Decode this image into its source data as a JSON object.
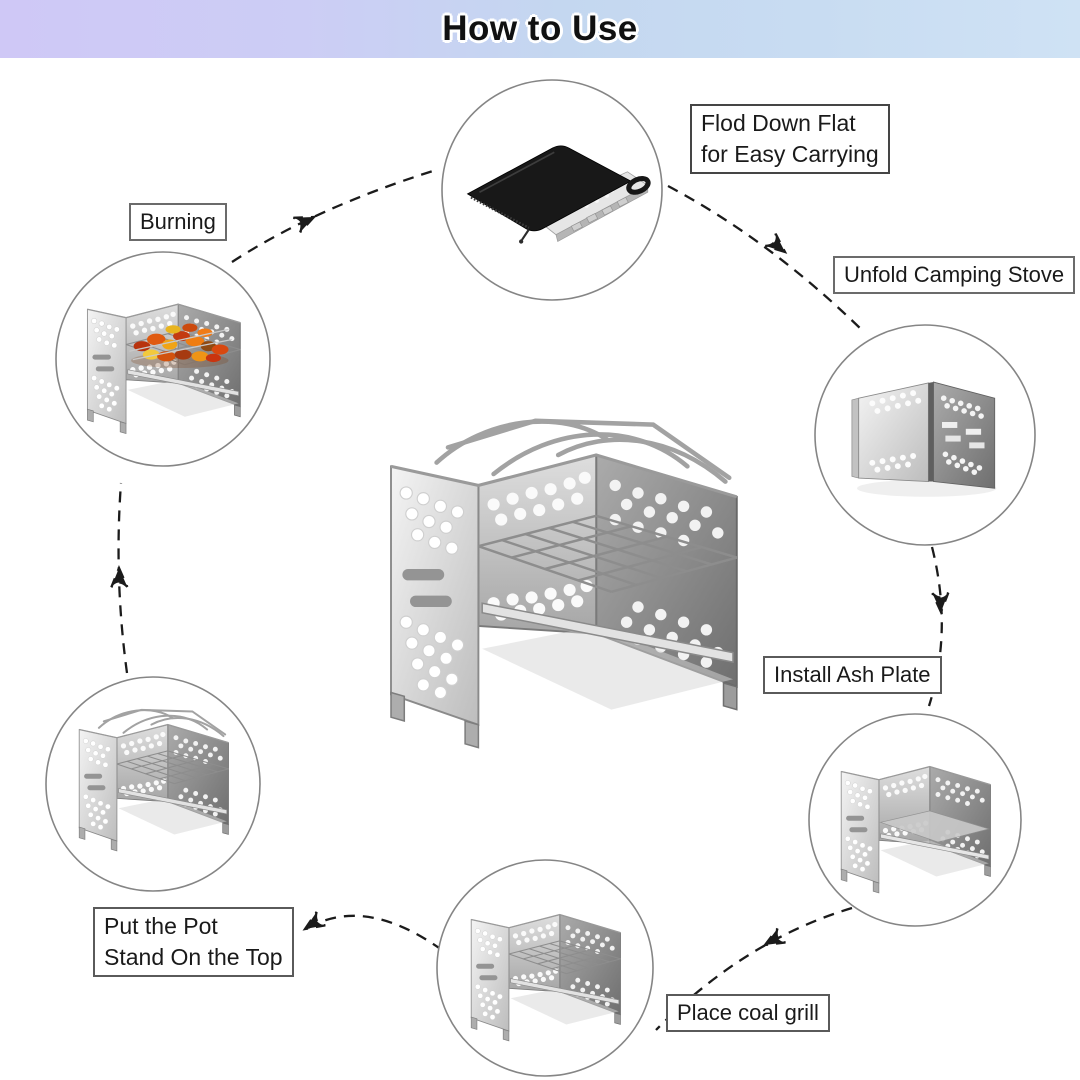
{
  "header": {
    "title": "How to Use",
    "bg_gradient_left": "#cfc8f6",
    "bg_gradient_right": "#cfe2f4"
  },
  "steps": {
    "fold_flat": {
      "label_line1": "Flod Down Flat",
      "label_line2": "for Easy Carrying",
      "illustration": "stove-folded-in-carry-pouch"
    },
    "unfold": {
      "label_line1": "Unfold Camping Stove",
      "illustration": "unfolded-stove-panels"
    },
    "install_ash_plate": {
      "label_line1": "Install Ash Plate",
      "illustration": "stove-body-with-ash-plate"
    },
    "place_coal_grill": {
      "label_line1": "Place coal grill",
      "illustration": "stove-with-coal-grill"
    },
    "pot_stand": {
      "label_line1": "Put the Pot",
      "label_line2": "Stand On the Top",
      "illustration": "stove-with-pot-stand"
    },
    "burning": {
      "label_line1": "Burning",
      "illustration": "stove-grilling-food"
    }
  },
  "center": {
    "illustration": "assembled-camping-stove"
  },
  "flow_order": [
    "fold_flat",
    "unfold",
    "install_ash_plate",
    "place_coal_grill",
    "pot_stand",
    "burning"
  ],
  "colors": {
    "arrow": "#1b1b1b",
    "circle_border": "#858585",
    "label_border": "#454545",
    "steel_light": "#f0f0f0",
    "steel_mid": "#b5b5b5",
    "steel_dark": "#7e7e7e",
    "pouch_black": "#181818",
    "food_palette": [
      "#c9340f",
      "#e4610e",
      "#f2a71b",
      "#efd23f",
      "#8f4a12"
    ]
  }
}
